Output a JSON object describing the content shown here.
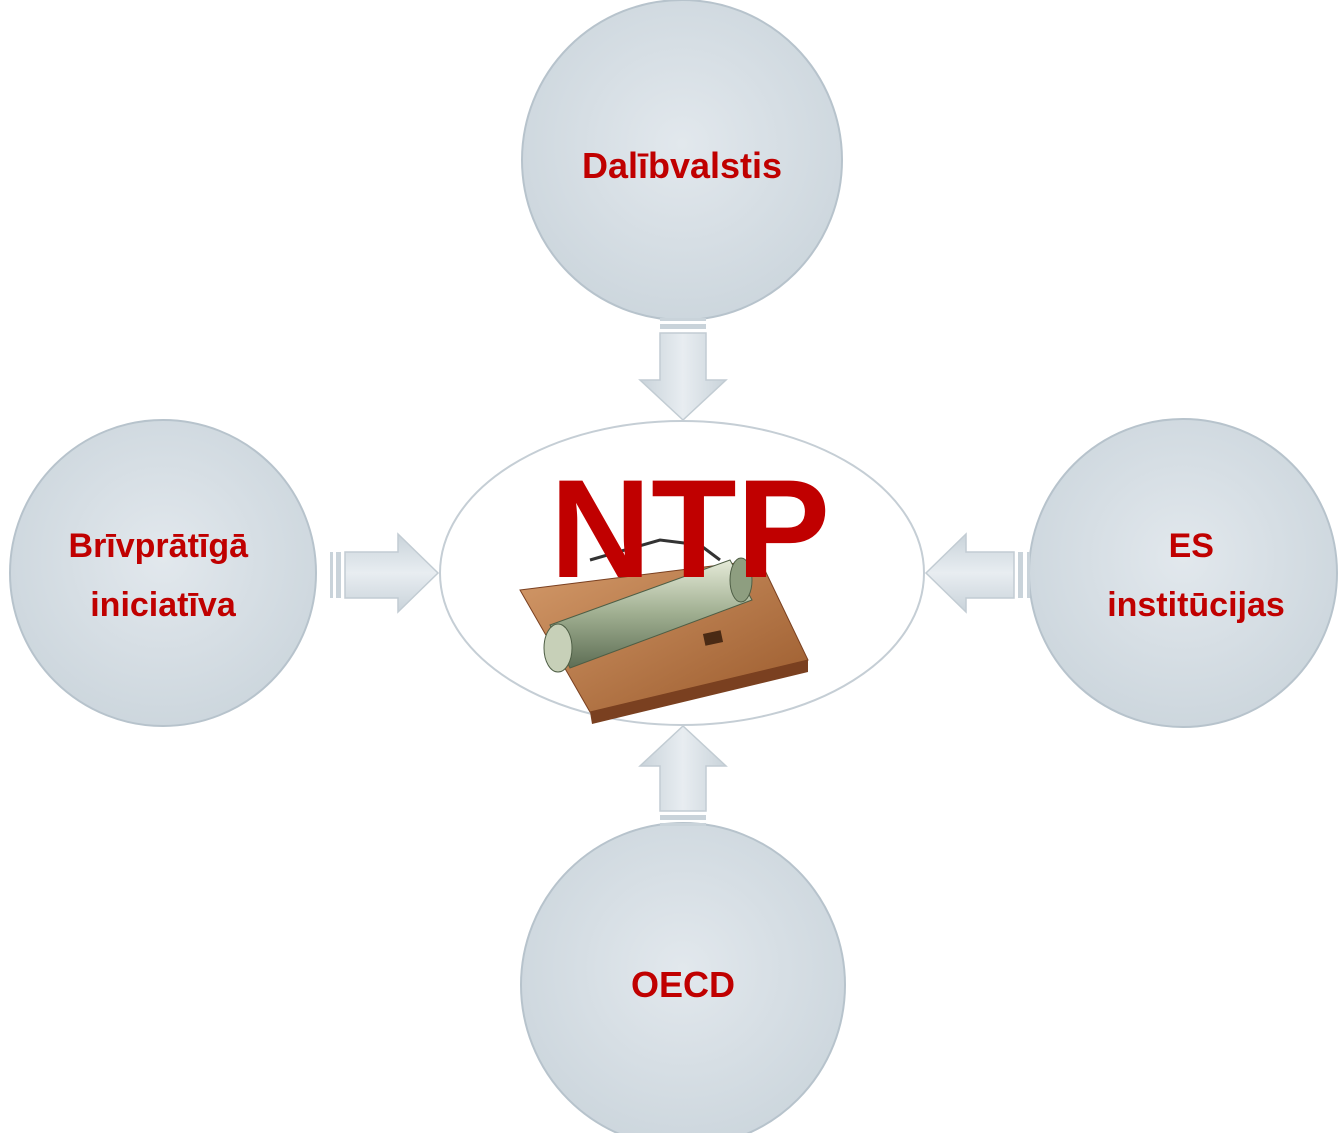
{
  "diagram": {
    "center": {
      "label": "NTP",
      "image": "money-mousetrap-picture"
    },
    "nodes": {
      "top": {
        "lines": [
          "Dalībvalstis"
        ]
      },
      "left": {
        "lines": [
          "Brīvprātīgā",
          "iniciatīva"
        ]
      },
      "right": {
        "lines": [
          "ES",
          "institūcijas"
        ]
      },
      "bottom": {
        "lines": [
          "OECD"
        ]
      }
    },
    "arrows": {
      "direction": "inward",
      "icon": "arrow-icon"
    },
    "colors": {
      "label": "#C00000",
      "circle_fill": "#D6DEE4",
      "circle_stroke": "#B7C3CC",
      "arrow_fill": "#D5DEE4"
    }
  }
}
